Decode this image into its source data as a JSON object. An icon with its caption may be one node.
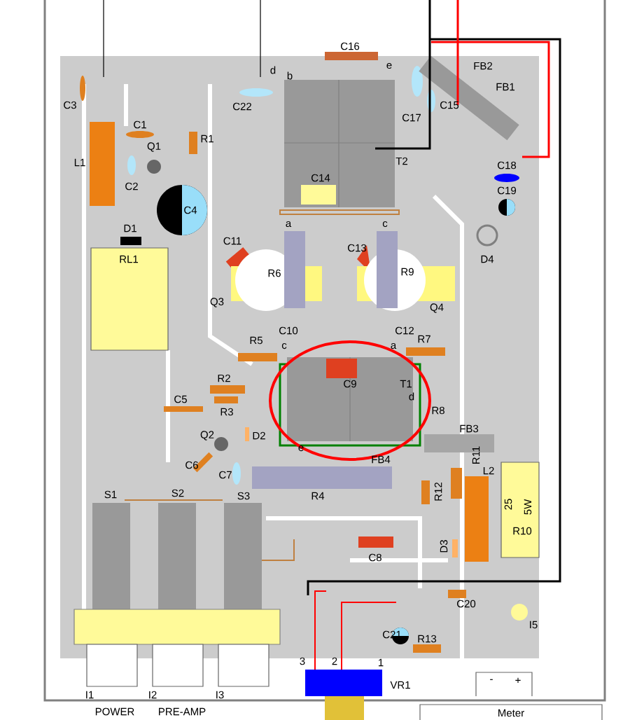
{
  "diagram": {
    "labels": [
      "C16",
      "d",
      "b",
      "e",
      "FB2",
      "FB1",
      "C3",
      "C22",
      "C17",
      "C15",
      "C1",
      "R1",
      "Q1",
      "L1",
      "T2",
      "C18",
      "C2",
      "C14",
      "C19",
      "C4",
      "a",
      "c",
      "D1",
      "RL1",
      "C11",
      "C13",
      "D4",
      "R6",
      "R9",
      "Q3",
      "Q4",
      "C10",
      "c",
      "C12",
      "a",
      "R5",
      "R7",
      "R2",
      "C9",
      "T1",
      "C5",
      "d",
      "R3",
      "R8",
      "Q2",
      "D2",
      "FB3",
      "e",
      "FB4",
      "C6",
      "C7",
      "R11",
      "R12",
      "L2",
      "25",
      "5W",
      "R10",
      "S1",
      "S2",
      "S3",
      "R4",
      "D3",
      "C8",
      "C20",
      "I5",
      "C21",
      "R13",
      "3",
      "2",
      "1",
      "-",
      "+",
      "VR1",
      "I1",
      "I2",
      "I3",
      "POWER",
      "PRE-AMP",
      "Meter"
    ]
  }
}
